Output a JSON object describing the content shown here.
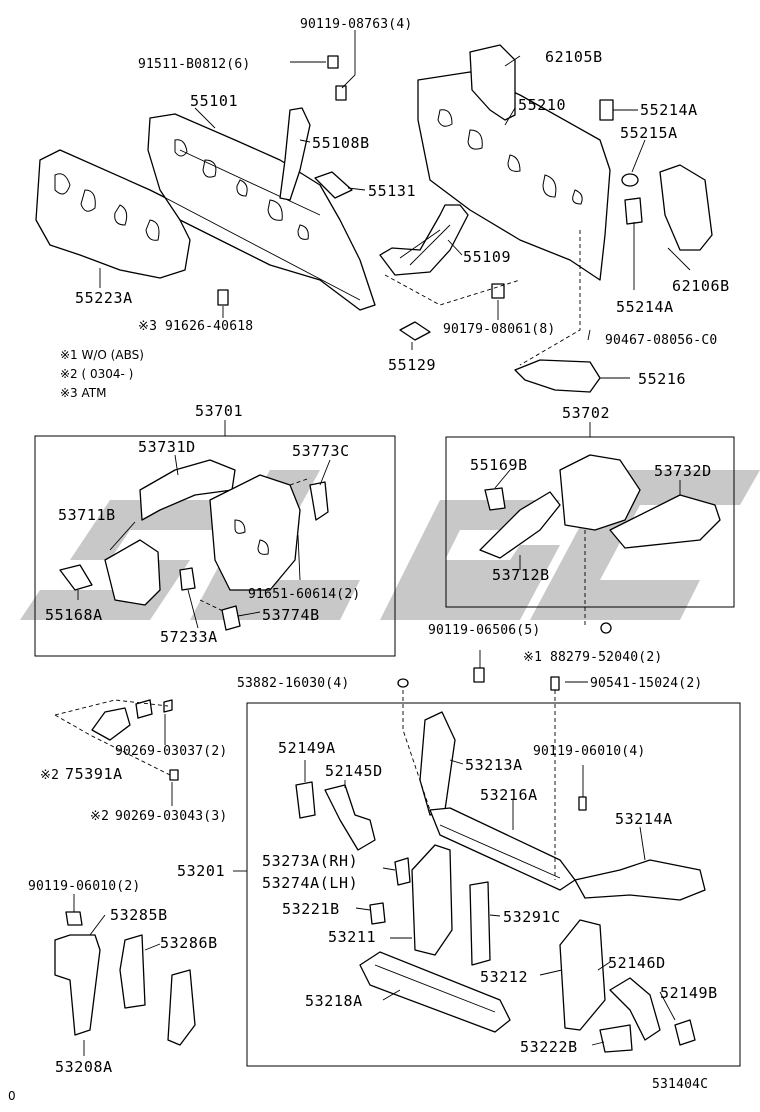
{
  "diagram": {
    "labels": {
      "p90119_08763": "90119-08763(4)",
      "p91511_b0812": "91511-B0812(6)",
      "p62105b": "62105B",
      "p55101": "55101",
      "p55210": "55210",
      "p55214a_top": "55214A",
      "p55108b": "55108B",
      "p55215a": "55215A",
      "p55131": "55131",
      "p55109": "55109",
      "p55223a": "55223A",
      "p62106b": "62106B",
      "p55214a_bot": "55214A",
      "p91626": "91626-40618",
      "p90179": "90179-08061(8)",
      "p90467": "90467-08056-C0",
      "p55129": "55129",
      "p55216": "55216",
      "p53701": "53701",
      "p53702": "53702",
      "p53731d": "53731D",
      "p53773c": "53773C",
      "p55169b": "55169B",
      "p53732d": "53732D",
      "p53711b": "53711B",
      "p53712b": "53712B",
      "p91651": "91651-60614(2)",
      "p55168a": "55168A",
      "p53774b": "53774B",
      "p57233a": "57233A",
      "p90119_06506": "90119-06506(5)",
      "p88279": "88279-52040(2)",
      "p53882": "53882-16030(4)",
      "p90541": "90541-15024(2)",
      "p90269_03037": "90269-03037(2)",
      "p75391a": "75391A",
      "p52149a": "52149A",
      "p90119_06010_r": "90119-06010(4)",
      "p53213a": "53213A",
      "p52145d": "52145D",
      "p53216a": "53216A",
      "p90269_03043": "90269-03043(3)",
      "p53214a": "53214A",
      "p53201": "53201",
      "p53273a": "53273A(RH)",
      "p53274a": "53274A(LH)",
      "p90119_06010_l": "90119-06010(2)",
      "p53285b": "53285B",
      "p53221b": "53221B",
      "p53291c": "53291C",
      "p53211": "53211",
      "p53286b": "53286B",
      "p52146d": "52146D",
      "p53212": "53212",
      "p52149b": "52149B",
      "p53218a": "53218A",
      "p53222b": "53222B",
      "p53208a": "53208A"
    },
    "markers": {
      "m1": "※1",
      "m2": "※2",
      "m3": "※3"
    },
    "notes": {
      "n1": "※1 W/O (ABS)",
      "n2": "※2 ( 0304-       )",
      "n3": "※3 ATM"
    },
    "corner_left": "0",
    "diagram_code": "531404C",
    "watermark": "SLGC"
  }
}
